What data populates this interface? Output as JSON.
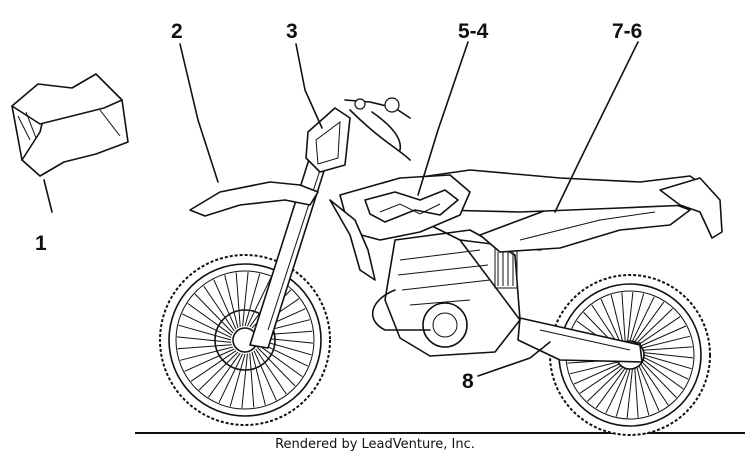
{
  "callouts": {
    "c1": "1",
    "c2": "2",
    "c3": "3",
    "c54": "5-4",
    "c76": "7-6",
    "c8": "8"
  },
  "footer": "Rendered by LeadVenture, Inc."
}
